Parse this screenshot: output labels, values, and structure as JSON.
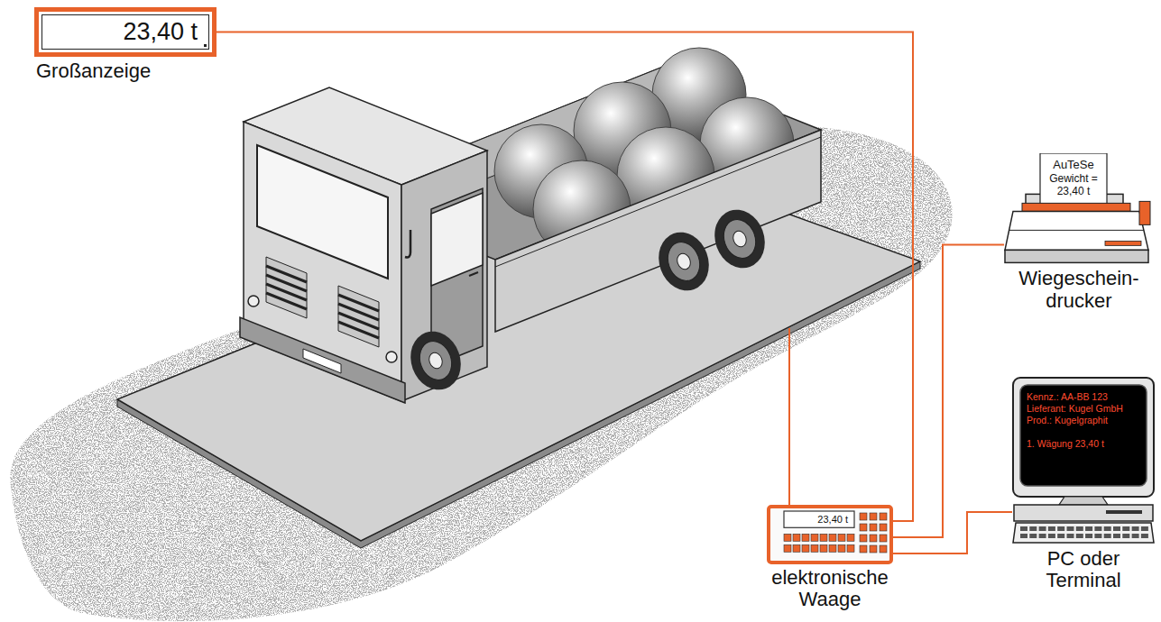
{
  "diagram": {
    "nodes": [
      {
        "text": [
          "23,40 t",
          "Großanzeige"
        ]
      },
      {
        "text": [
          "AuTeSe",
          "Gewicht = 23,40 t",
          "Wiegeschein- drucker"
        ]
      },
      {
        "text": [
          "Kennz.: AA-BB 123",
          "Lieferant: Kugel GmbH",
          "Prod.: Kugelgraphit",
          "1. Wägung 23,40 t",
          "PC oder Terminal"
        ]
      },
      {
        "text": [
          "23,40 t",
          "elektronische Waage"
        ]
      }
    ],
    "edges": [
      {
        "from": 3,
        "to": 0,
        "arrow": "none"
      },
      {
        "from": 3,
        "to": 1,
        "arrow": "none"
      },
      {
        "from": 3,
        "to": 2,
        "arrow": "none"
      }
    ]
  }
}
